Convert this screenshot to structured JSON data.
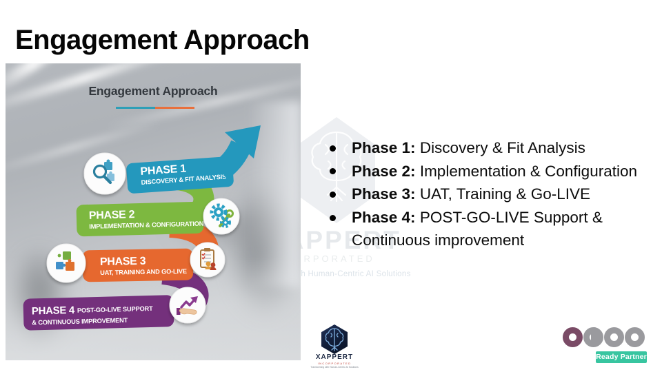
{
  "slide": {
    "title": "Engagement Approach"
  },
  "diagram": {
    "title": "Engagement Approach",
    "phases": [
      {
        "name": "PHASE 1",
        "desc": "DISCOVERY & FIT ANALYSIS",
        "color": "#2498bd"
      },
      {
        "name": "PHASE 2",
        "desc": "IMPLEMENTATION & CONFIGURATION",
        "color": "#7db840"
      },
      {
        "name": "PHASE 3",
        "desc": "UAT, TRAINING AND GO-LIVE",
        "color": "#e6682f"
      },
      {
        "name": "PHASE 4",
        "desc": "POST-GO-LIVE SUPPORT",
        "desc2": "& CONTINUOUS IMPROVEMENT",
        "color": "#74307c"
      }
    ],
    "icons": [
      "magnifier-puzzle",
      "gears-wrench",
      "puzzle-pieces",
      "clipboard-people",
      "hand-growth-arrow"
    ]
  },
  "bullets": [
    {
      "label": "Phase 1:",
      "text": " Discovery & Fit Analysis"
    },
    {
      "label": "Phase 2:",
      "text": " Implementation & Configuration"
    },
    {
      "label": "Phase 3:",
      "text": " UAT, Training & Go-LIVE"
    },
    {
      "label": "Phase 4:",
      "text": " POST-GO-LIVE Support & Continuous improvement"
    }
  ],
  "watermark": {
    "brand": "XAPPERT",
    "sub": "INCORPORATED",
    "tagline": "Transforming with Human-Centric AI Solutions"
  },
  "footer_logo": {
    "brand": "XAPPERT",
    "sub": "INCORPORATED",
    "tagline": "Transforming with Human-Centric AI Solutions"
  },
  "partner": {
    "brand": "odoo",
    "badge_label": "Ready Partner",
    "accent": "#7a4b66",
    "badge_color": "#38c5a0"
  }
}
